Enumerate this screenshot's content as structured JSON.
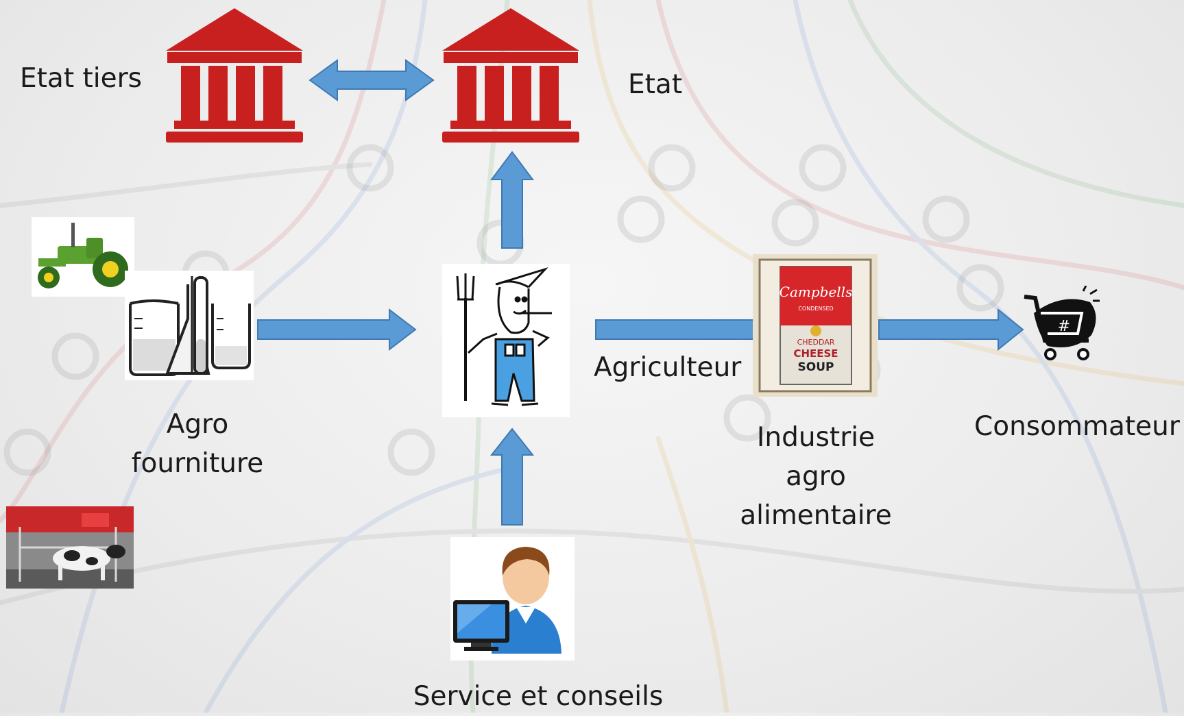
{
  "nodes": {
    "etat_tiers": {
      "label": "Etat tiers",
      "icon": "government-building-icon"
    },
    "etat": {
      "label": "Etat",
      "icon": "government-building-icon"
    },
    "agro_fourniture": {
      "label_line1": "Agro",
      "label_line2": "fourniture",
      "icons": [
        "tractor-icon",
        "lab-glassware-icon",
        "milking-robot-photo"
      ]
    },
    "agriculteur": {
      "label": "Agriculteur",
      "icon": "farmer-icon"
    },
    "industrie": {
      "label_line1": "Industrie",
      "label_line2": "agro",
      "label_line3": "alimentaire",
      "icon": "soup-can-icon"
    },
    "consommateur": {
      "label": "Consommateur",
      "icon": "shopping-cart-icon"
    },
    "service": {
      "label": "Service et conseils",
      "icon": "consultant-computer-icon"
    }
  },
  "colors": {
    "building": "#c8201e",
    "arrow": "#5b9bd5",
    "arrow_stroke": "#3f79b3"
  }
}
